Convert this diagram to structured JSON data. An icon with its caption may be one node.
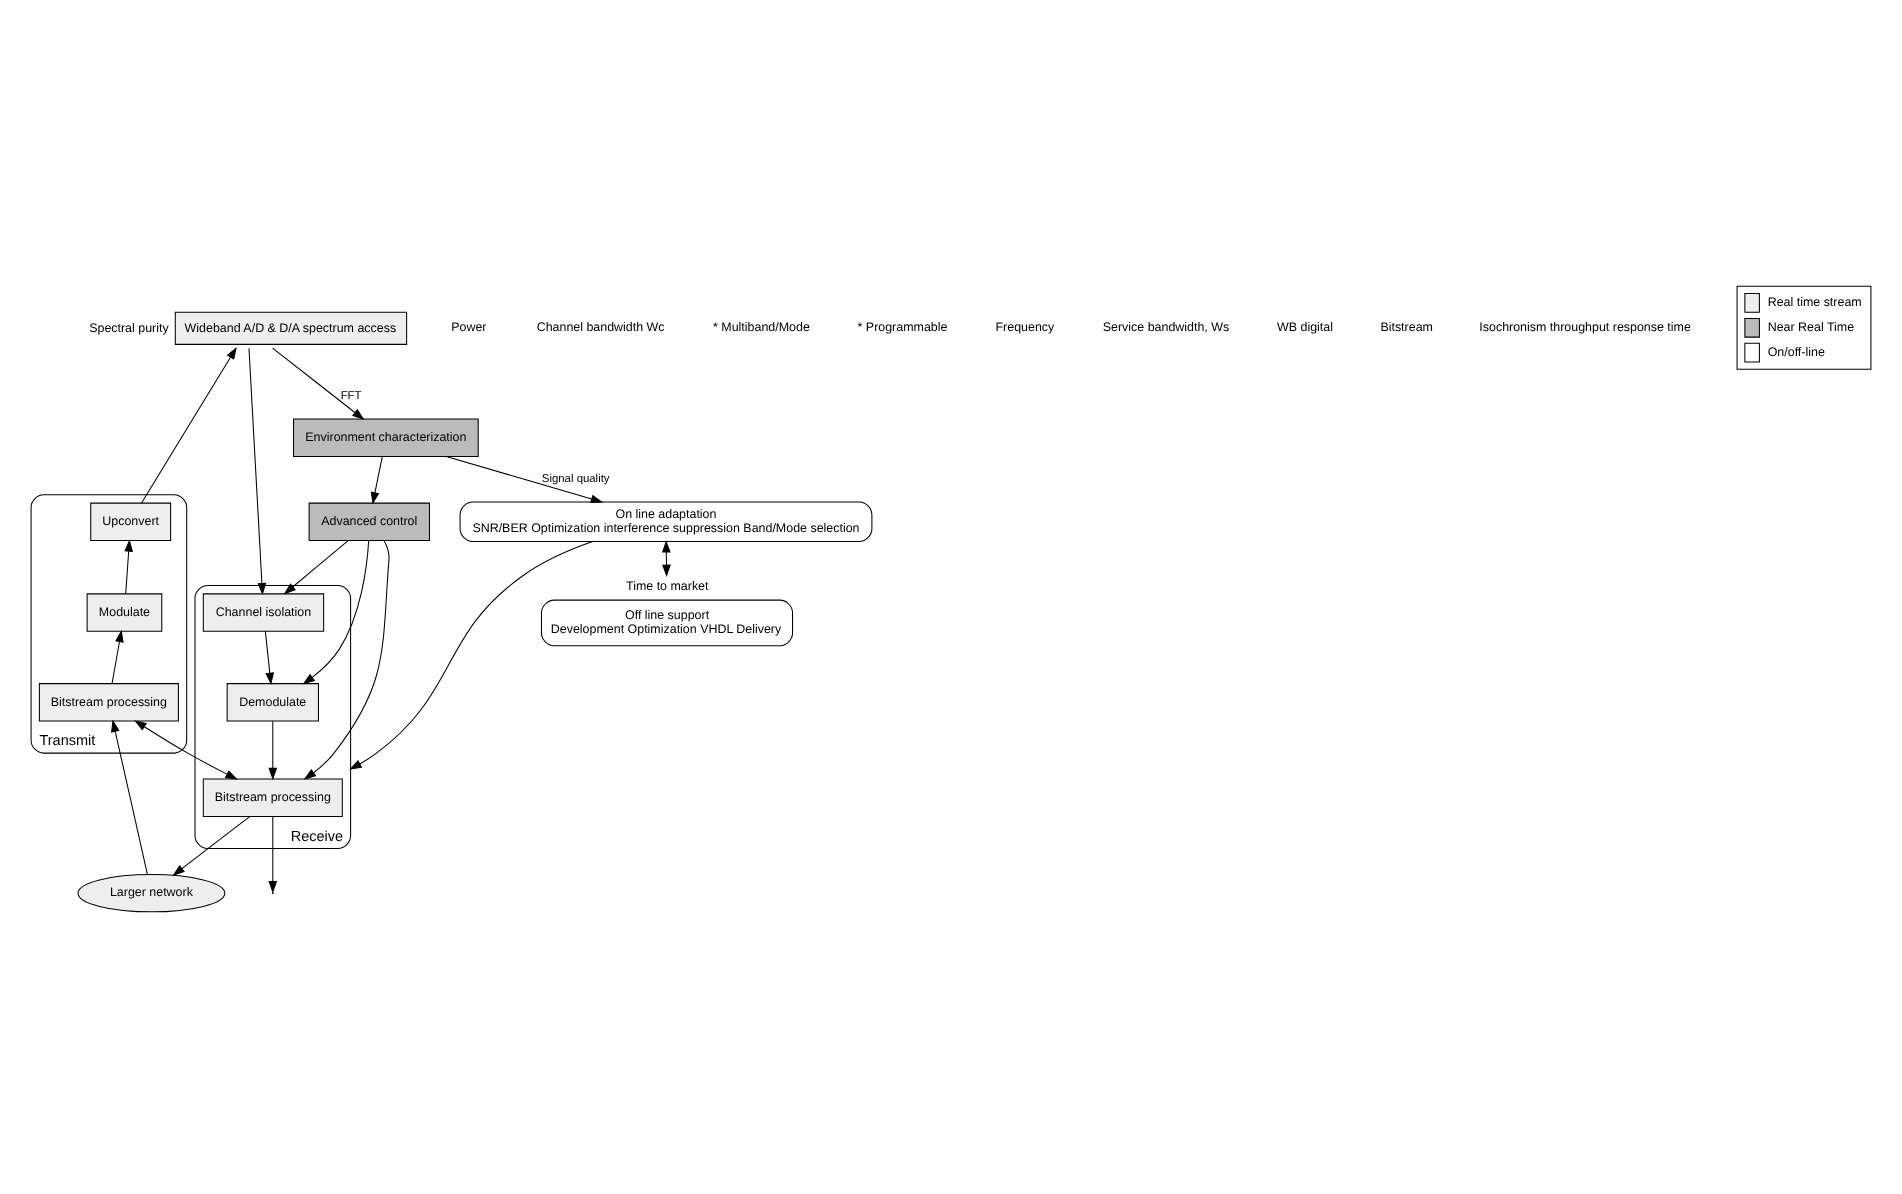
{
  "diagram": {
    "nodes": [
      {
        "text": [
          "Wideband A/D & D/A spectrum access"
        ],
        "beside": [
          "Spectral purity"
        ]
      },
      {
        "text": [
          "Transmit"
        ]
      },
      {
        "text": [
          "Upconvert"
        ],
        "in": 1
      },
      {
        "text": [
          "Modulate"
        ],
        "in": 1
      },
      {
        "text": [
          "Bitstream processing"
        ],
        "in": 1
      },
      {
        "text": [
          "Receive"
        ]
      },
      {
        "text": [
          "Channel isolation"
        ],
        "in": 5
      },
      {
        "text": [
          "Demodulate"
        ],
        "in": 5
      },
      {
        "text": [
          "Bitstream processing"
        ],
        "in": 5
      },
      {
        "text": [
          "Environment characterization"
        ]
      },
      {
        "text": [
          "Advanced control"
        ]
      },
      {
        "text": [
          "On line adaptation",
          "SNR/BER Optimization interference suppression Band/Mode selection"
        ]
      },
      {
        "text": [
          "Off line support",
          "Development Optimization VHDL Delivery"
        ],
        "beside": [
          "Time to market"
        ]
      },
      {
        "text": [
          "Larger network"
        ]
      }
    ],
    "edges": [
      {
        "from": 4,
        "to": 3,
        "arrow": "to"
      },
      {
        "from": 3,
        "to": 2,
        "arrow": "to"
      },
      {
        "from": 2,
        "to": 0,
        "arrow": "to"
      },
      {
        "from": 0,
        "to": 6,
        "arrow": "to"
      },
      {
        "from": 6,
        "to": 7,
        "arrow": "to"
      },
      {
        "from": 7,
        "to": 8,
        "arrow": "to"
      },
      {
        "from": 4,
        "to": 8,
        "arrow": "both"
      },
      {
        "from": 0,
        "to": 9,
        "arrow": "to",
        "label": "FFT"
      },
      {
        "from": 9,
        "to": 10,
        "arrow": "to"
      },
      {
        "from": 10,
        "to": 6,
        "arrow": "to"
      },
      {
        "from": 10,
        "to": 7,
        "arrow": "to"
      },
      {
        "from": 10,
        "to": 8,
        "arrow": "to"
      },
      {
        "from": 9,
        "to": 11,
        "arrow": "to",
        "label": "Signal quality"
      },
      {
        "from": 11,
        "to": 5,
        "arrow": "to"
      },
      {
        "from": 8,
        "to": null,
        "arrow": "to"
      },
      {
        "from": 13,
        "to": 4,
        "arrow": "to"
      },
      {
        "from": 8,
        "to": 13,
        "arrow": "to"
      },
      {
        "from": 11,
        "to": 12,
        "arrow": "both"
      }
    ],
    "labels": [
      "Power",
      "Channel bandwidth Wc",
      "* Multiband/Mode",
      "* Programmable",
      "Frequency",
      "Service bandwidth, Ws",
      "WB digital",
      "Bitstream",
      "Isochronism throughput response time"
    ],
    "legend": [
      {
        "text": "Real time stream",
        "color": "#eeeeee"
      },
      {
        "text": "Near Real Time",
        "color": "#bbbbbb"
      },
      {
        "text": "On/off-line",
        "color": "#ffffff"
      }
    ]
  }
}
